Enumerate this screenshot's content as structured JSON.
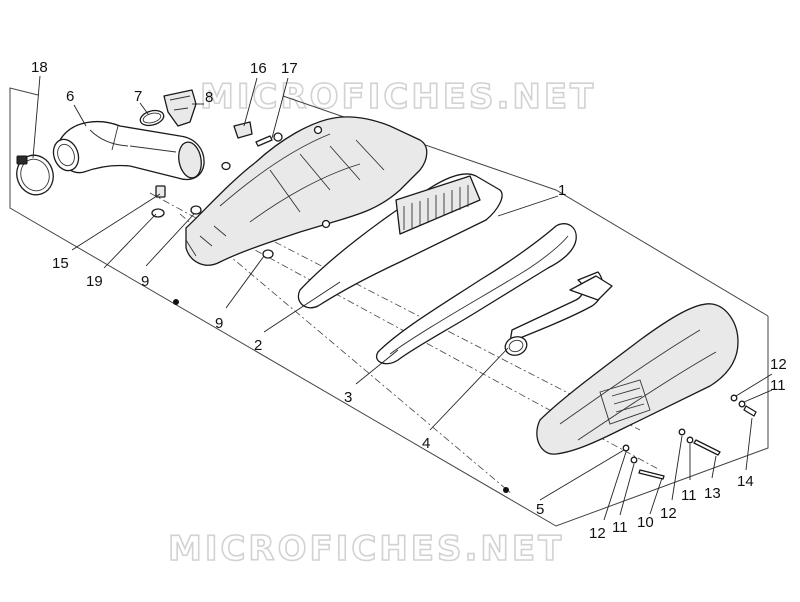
{
  "watermark": {
    "text": "MICROFICHES.NET"
  },
  "callouts": [
    {
      "id": "18",
      "text": "18"
    },
    {
      "id": "6",
      "text": "6"
    },
    {
      "id": "7",
      "text": "7"
    },
    {
      "id": "8",
      "text": "8"
    },
    {
      "id": "16",
      "text": "16"
    },
    {
      "id": "17",
      "text": "17"
    },
    {
      "id": "1",
      "text": "1"
    },
    {
      "id": "15",
      "text": "15"
    },
    {
      "id": "19",
      "text": "19"
    },
    {
      "id": "9a",
      "text": "9"
    },
    {
      "id": "9b",
      "text": "9"
    },
    {
      "id": "2",
      "text": "2"
    },
    {
      "id": "3",
      "text": "3"
    },
    {
      "id": "4",
      "text": "4"
    },
    {
      "id": "5",
      "text": "5"
    },
    {
      "id": "12a",
      "text": "12"
    },
    {
      "id": "11a",
      "text": "11"
    },
    {
      "id": "10",
      "text": "10"
    },
    {
      "id": "12b",
      "text": "12"
    },
    {
      "id": "11b",
      "text": "11"
    },
    {
      "id": "13",
      "text": "13"
    },
    {
      "id": "14",
      "text": "14"
    },
    {
      "id": "12c",
      "text": "12"
    },
    {
      "id": "11c",
      "text": "11"
    }
  ]
}
